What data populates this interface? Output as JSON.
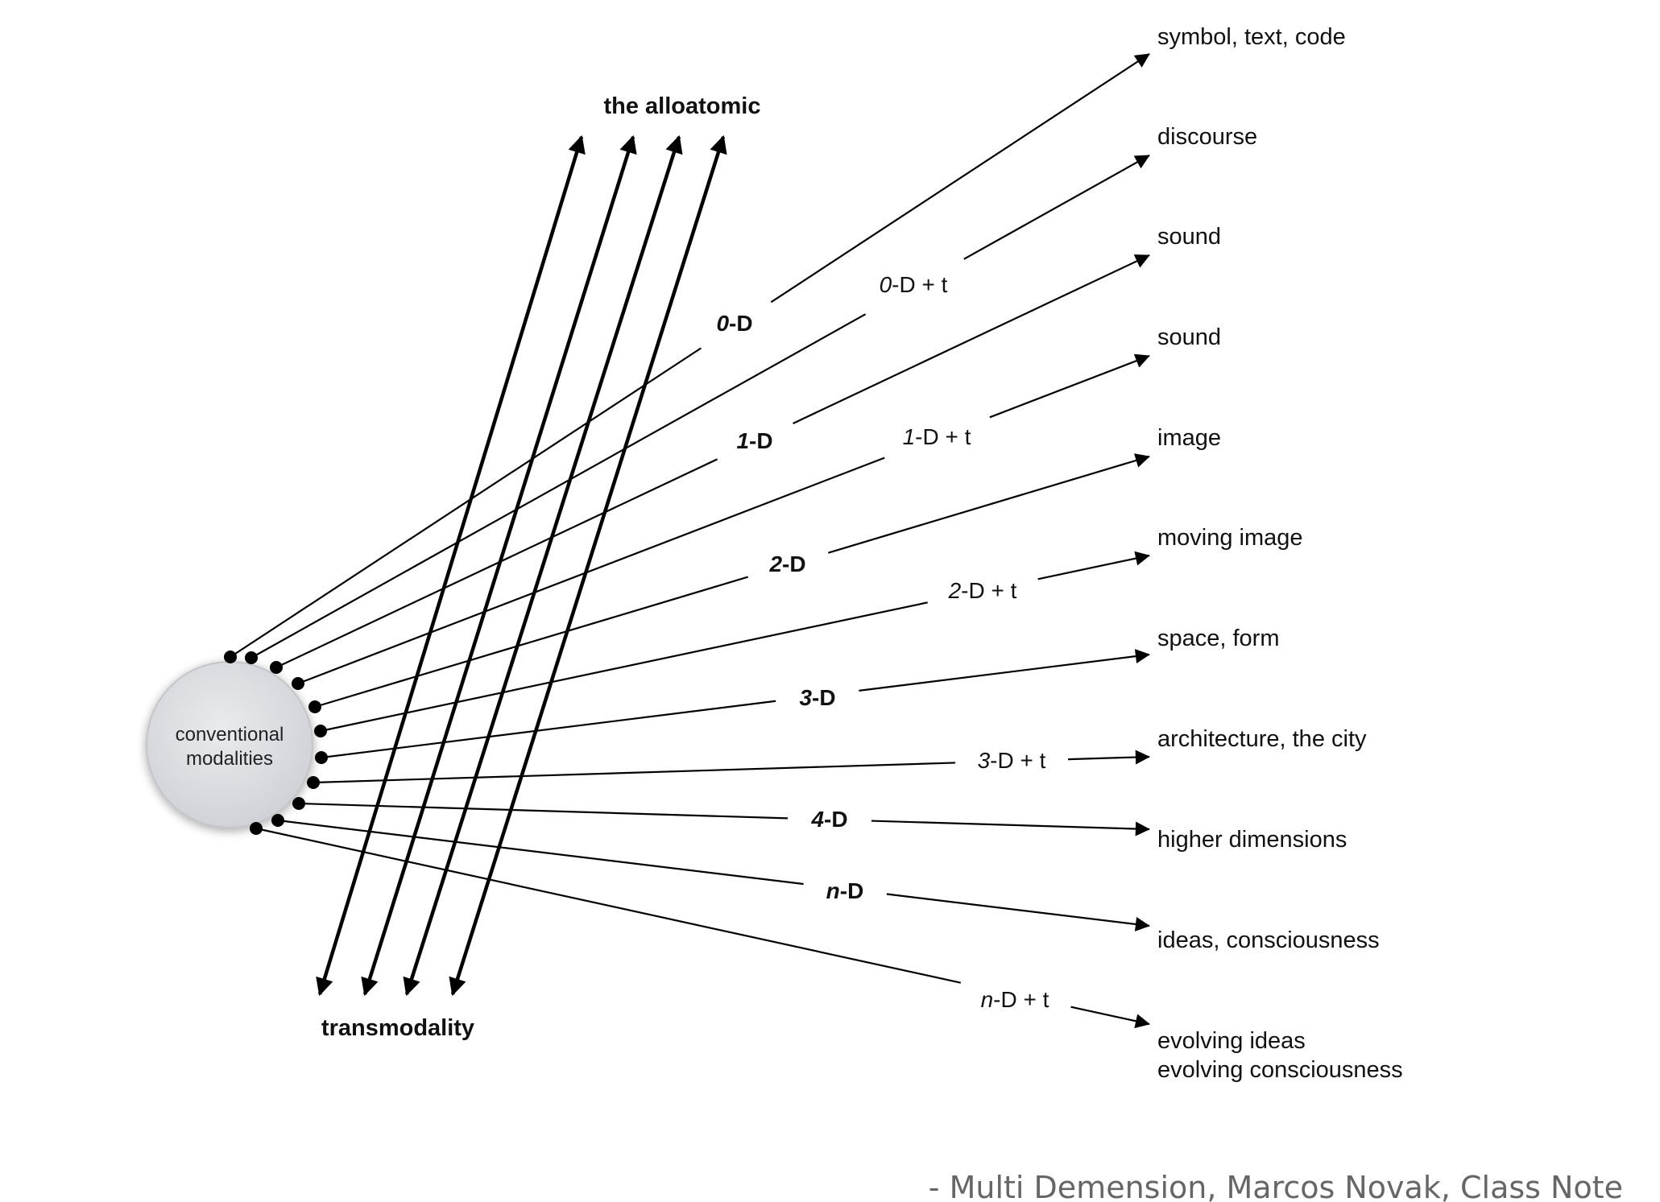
{
  "center": {
    "line1": "conventional",
    "line2": "modalities"
  },
  "top_label": "the alloatomic",
  "bottom_label": "transmodality",
  "rays": [
    {
      "pre": "0",
      "post": "-D",
      "bold": true,
      "output": [
        "symbol, text, code"
      ]
    },
    {
      "pre": "0",
      "post": "-D + t",
      "bold": false,
      "output": [
        "discourse"
      ]
    },
    {
      "pre": "1",
      "post": "-D",
      "bold": true,
      "output": [
        "sound"
      ]
    },
    {
      "pre": "1",
      "post": "-D + t",
      "bold": false,
      "output": [
        "sound"
      ]
    },
    {
      "pre": "2",
      "post": "-D",
      "bold": true,
      "output": [
        "image"
      ]
    },
    {
      "pre": "2",
      "post": "-D + t",
      "bold": false,
      "output": [
        "moving image"
      ]
    },
    {
      "pre": "3",
      "post": "-D",
      "bold": true,
      "output": [
        "space, form"
      ]
    },
    {
      "pre": "3",
      "post": "-D + t",
      "bold": false,
      "output": [
        "architecture, the city"
      ]
    },
    {
      "pre": "4",
      "post": "-D",
      "bold": true,
      "output": [
        "higher dimensions"
      ]
    },
    {
      "pre": "n",
      "post": "-D",
      "bold": true,
      "output": [
        "ideas, consciousness"
      ]
    },
    {
      "pre": "n",
      "post": "-D + t",
      "bold": false,
      "output": [
        "evolving ideas",
        "evolving consciousness"
      ]
    }
  ],
  "caption": "- Multi Demension, Marcos Novak, Class Note"
}
